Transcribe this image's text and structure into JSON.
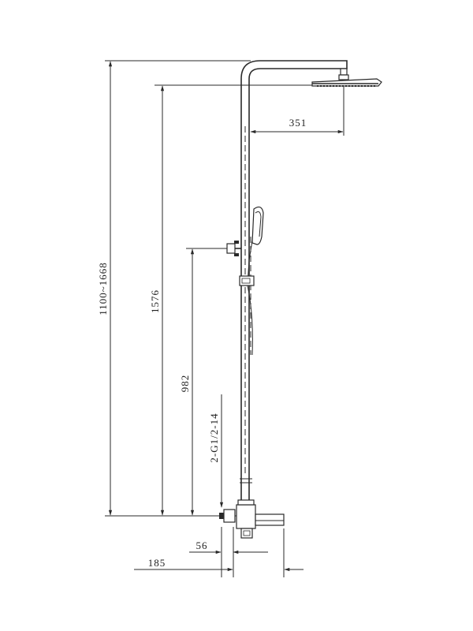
{
  "drawing": {
    "dimensions": {
      "overall_height": "1100~1668",
      "head_height": "1576",
      "arm_reach": "351",
      "hand_shower_holder_height": "982",
      "inlet_thread": "2-G1/2-14",
      "inlet_offset": "56",
      "spout_length": "185"
    }
  }
}
